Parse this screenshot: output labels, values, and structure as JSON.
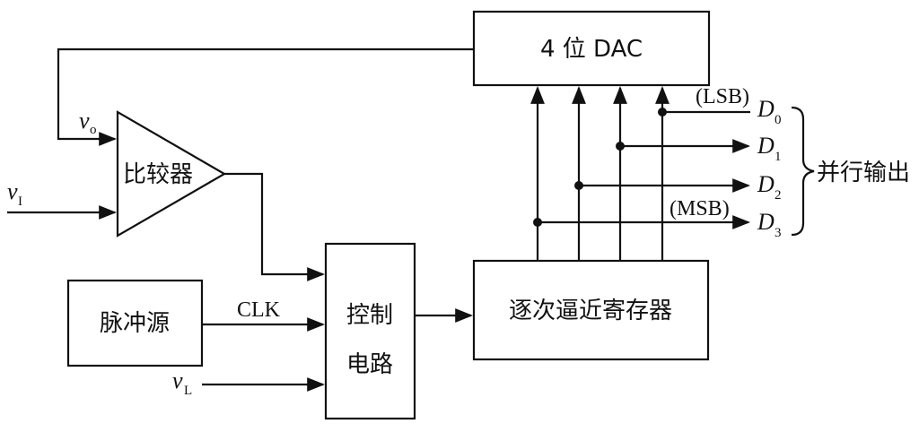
{
  "blocks": {
    "dac": "4 位 DAC",
    "comparator": "比较器",
    "pulse_source": "脉冲源",
    "control_line1": "控制",
    "control_line2": "电路",
    "sar": "逐次逼近寄存器"
  },
  "signals": {
    "vo": {
      "var": "v",
      "sub": "o"
    },
    "vi": {
      "var": "v",
      "sub": "I"
    },
    "vl": {
      "var": "v",
      "sub": "L"
    },
    "clk": "CLK"
  },
  "outputs": {
    "lsb": "(LSB)",
    "msb": "(MSB)",
    "bits": [
      {
        "var": "D",
        "sub": "0"
      },
      {
        "var": "D",
        "sub": "1"
      },
      {
        "var": "D",
        "sub": "2"
      },
      {
        "var": "D",
        "sub": "3"
      }
    ],
    "parallel_label": "并行输出"
  }
}
